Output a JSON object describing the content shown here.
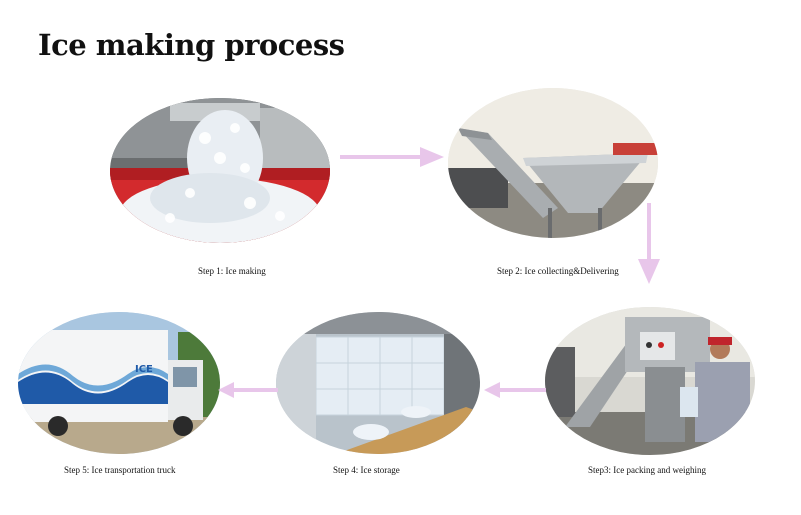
{
  "title": "Ice making process",
  "steps": [
    {
      "caption": "Step 1:  Ice making"
    },
    {
      "caption": "Step 2:  Ice collecting&Delivering"
    },
    {
      "caption": "Step3: Ice packing and weighing"
    },
    {
      "caption": "Step 4: Ice storage"
    },
    {
      "caption": "Step 5: Ice transportation truck"
    }
  ],
  "truck_logo": "ICE",
  "colors": {
    "arrow": "#e8c6ea",
    "ice": "#eef2f6",
    "red_bin": "#d9262b",
    "steel": "#a7acb0",
    "truck_blue": "#1f5aa8"
  }
}
